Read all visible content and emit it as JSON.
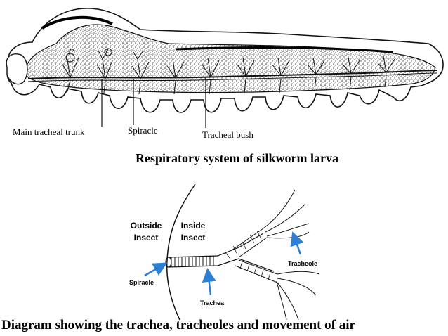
{
  "top_diagram": {
    "labels": {
      "main_trunk": "Main tracheal trunk",
      "spiracle": "Spiracle",
      "tracheal_bush": "Tracheal bush"
    },
    "title": "Respiratory system of silkworm larva"
  },
  "bottom_diagram": {
    "outside": "Outside Insect",
    "inside": "Inside Insect",
    "labels": {
      "spiracle": "Spiracle",
      "trachea": "Trachea",
      "tracheole": "Tracheole"
    },
    "title": "Diagram showing the trachea, tracheoles and movement of air"
  },
  "colors": {
    "arrow": "#2b7fd4",
    "ink": "#111111"
  }
}
